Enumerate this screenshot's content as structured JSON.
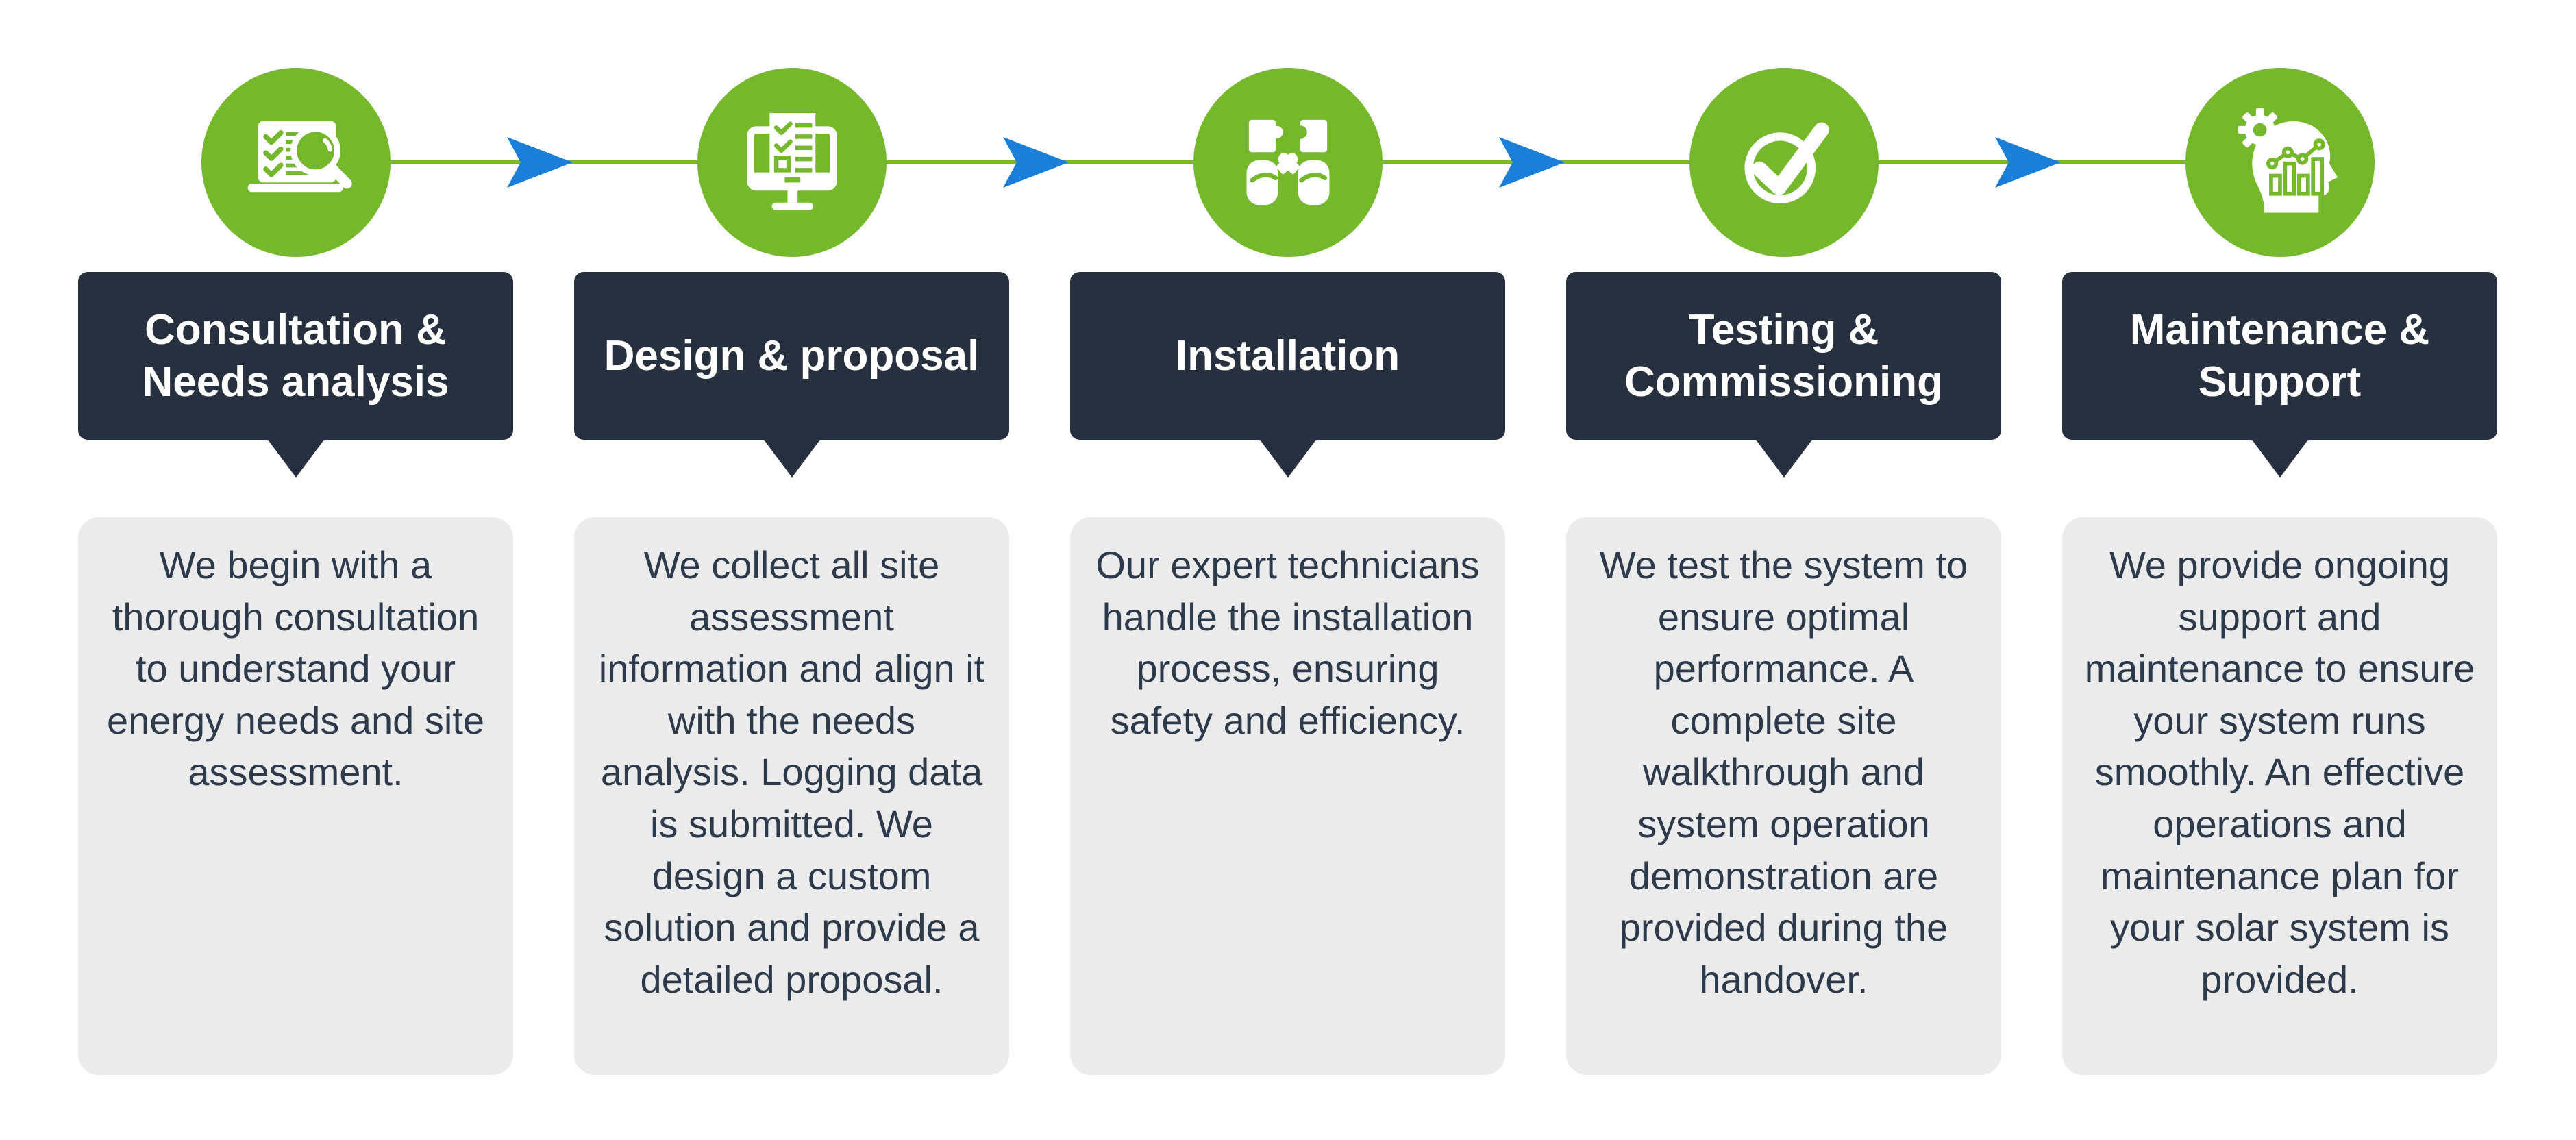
{
  "palette": {
    "green": "#76b82c",
    "blue": "#1b7ed8",
    "navy": "#27303e",
    "boxbg": "#ebebec",
    "textdark": "#2d3a4b",
    "white": "#ffffff"
  },
  "steps": [
    {
      "icon": "laptop-checklist-magnifier-icon",
      "title_line1": "Consultation &",
      "title_line2": "Needs analysis",
      "description": "We begin with a thorough consultation to understand your energy needs and site assessment."
    },
    {
      "icon": "monitor-checklist-icon",
      "title_line1": "Design & proposal",
      "title_line2": "",
      "description": "We collect all site assessment information and align it with the needs analysis. Logging data is submitted. We design a custom solution and provide a detailed proposal."
    },
    {
      "icon": "hands-puzzle-icon",
      "title_line1": "Installation",
      "title_line2": "",
      "description": "Our expert technicians handle the installation process, ensuring safety and efficiency."
    },
    {
      "icon": "checkmark-circle-icon",
      "title_line1": "Testing &",
      "title_line2": "Commissioning",
      "description": "We test the system to ensure optimal performance. A complete site walkthrough and system operation demonstration are provided during the handover."
    },
    {
      "icon": "head-gear-analytics-icon",
      "title_line1": "Maintenance &",
      "title_line2": "Support",
      "description": "We provide ongoing support and maintenance to ensure your system runs smoothly. An effective operations and maintenance plan for your solar system is provided."
    }
  ]
}
